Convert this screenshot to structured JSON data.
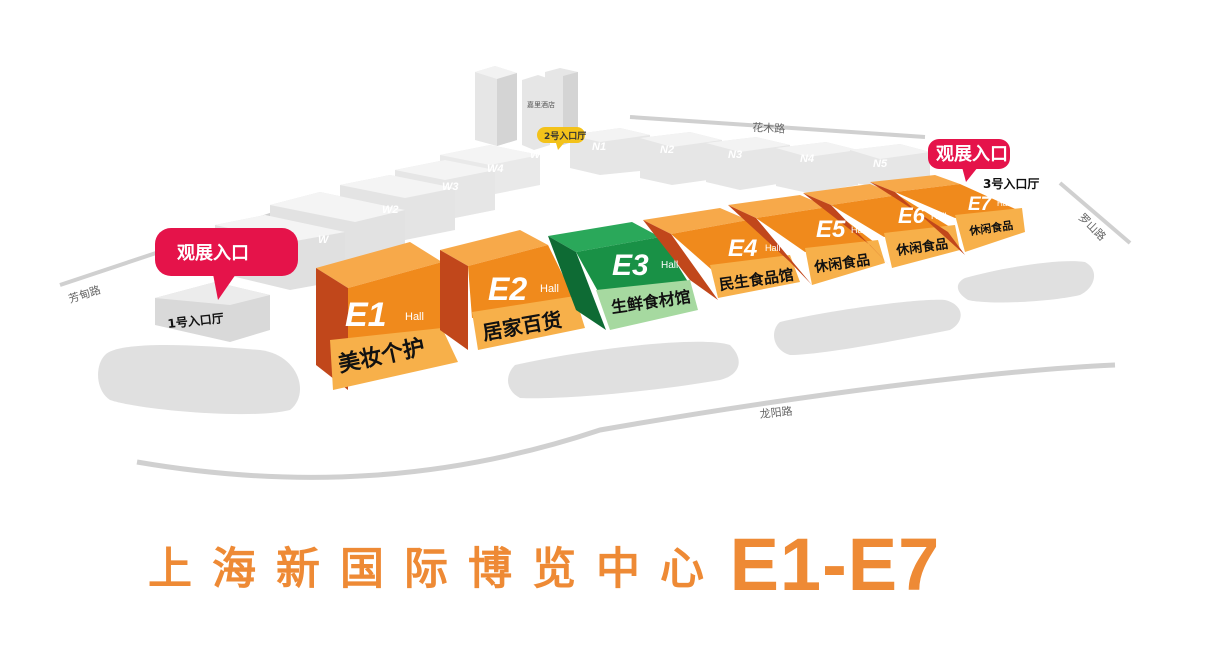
{
  "title": {
    "venue": "上海新国际博览中心",
    "halls_range": "E1-E7"
  },
  "roads": {
    "fangdian": "芳甸路",
    "huamu": "花木路",
    "luoshan": "罗山路",
    "longyang": "龙阳路"
  },
  "entrances": {
    "main_left": "观展入口",
    "main_right": "观展入口",
    "lobby_1": "1号入口厅",
    "lobby_2": "2号入口厅",
    "lobby_3": "3号入口厅"
  },
  "hotel": "嘉里酒店",
  "west_halls": [
    "W",
    "W2",
    "W3",
    "W4",
    "W5"
  ],
  "north_halls": [
    "N1",
    "N2",
    "N3",
    "N4",
    "N5"
  ],
  "hall_suffix": "Hall",
  "halls": [
    {
      "code": "E1",
      "name": "美妆个护",
      "color": "#f08a1c"
    },
    {
      "code": "E2",
      "name": "居家百货",
      "color": "#f08a1c"
    },
    {
      "code": "E3",
      "name": "生鲜食材馆",
      "color": "#199146"
    },
    {
      "code": "E4",
      "name": "民生食品馆",
      "color": "#f08a1c"
    },
    {
      "code": "E5",
      "name": "休闲食品",
      "color": "#f08a1c"
    },
    {
      "code": "E6",
      "name": "休闲食品",
      "color": "#f08a1c"
    },
    {
      "code": "E7",
      "name": "休闲食品",
      "color": "#f08a1c"
    }
  ],
  "colors": {
    "orange": "#f08a1c",
    "orange_label": "#f7b04a",
    "orange_side": "#c1471b",
    "green": "#199146",
    "green_label": "#a6d9a0",
    "entrance": "#e5134a",
    "lobby2": "#f3c21a",
    "title": "#ee8a35"
  }
}
